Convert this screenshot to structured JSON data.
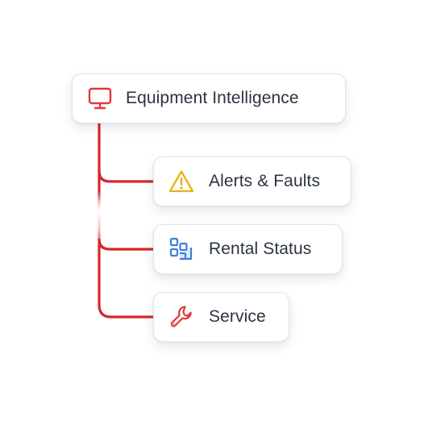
{
  "root": {
    "label": "Equipment Intelligence",
    "icon": "monitor-icon"
  },
  "children": [
    {
      "label": "Alerts & Faults",
      "icon": "warning-triangle-icon"
    },
    {
      "label": "Rental Status",
      "icon": "grid-blocks-icon"
    },
    {
      "label": "Service",
      "icon": "wrench-icon"
    }
  ],
  "colors": {
    "connector": "#d7262c",
    "monitor_icon": "#e0393d",
    "warning_icon": "#e7b21a",
    "rental_icon": "#3d7be0",
    "wrench_icon": "#e0393d",
    "text": "#2c3441",
    "card_border": "#e2e4e8"
  }
}
